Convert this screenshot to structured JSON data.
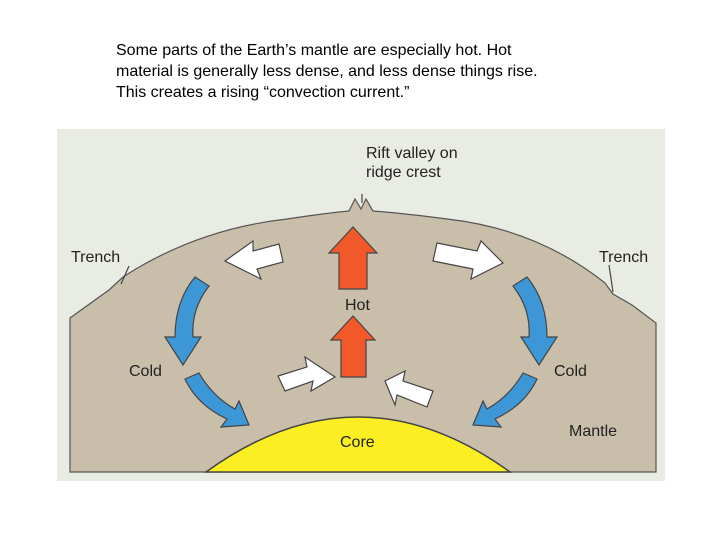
{
  "caption": {
    "lines": [
      "Some parts of the Earth’s mantle are especially hot.  Hot",
      "material is generally less dense, and less dense things rise.",
      "This creates a rising “convection current.”"
    ]
  },
  "diagram": {
    "labels": {
      "rift_line1": "Rift valley on",
      "rift_line2": "ridge crest",
      "trench_left": "Trench",
      "trench_right": "Trench",
      "hot": "Hot",
      "cold_left": "Cold",
      "cold_right": "Cold",
      "core": "Core",
      "mantle": "Mantle"
    },
    "colors": {
      "background": "#e9ece2",
      "mantle": "#c8beaa",
      "core": "#fbee23",
      "hot_arrow": "#f2592a",
      "cold_arrow": "#3d97d6",
      "neutral_arrow": "#ffffff",
      "outline": "#333333"
    },
    "icons": {
      "hot_arrow": "up-arrow-icon",
      "cold_arrow": "curved-down-arrow-icon",
      "neutral_arrow": "arrow-icon"
    }
  }
}
